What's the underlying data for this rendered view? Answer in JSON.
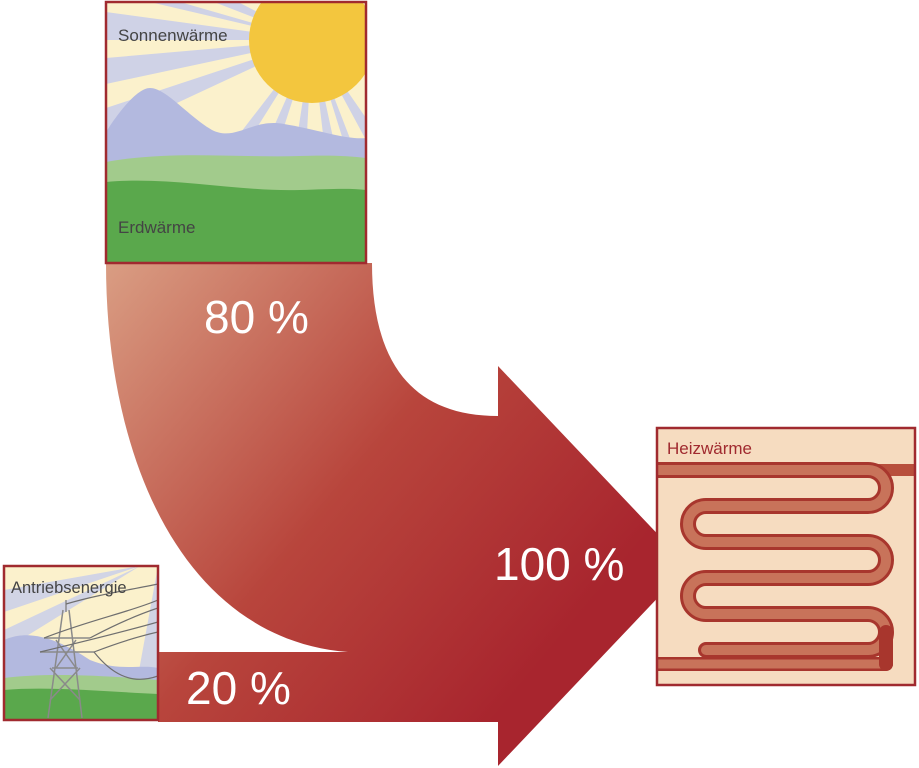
{
  "labels": {
    "sonnenwaerme": "Sonnenwärme",
    "erdwaerme": "Erdwärme",
    "antriebsenergie": "Antriebsenergie",
    "heizwaerme": "Heizwärme"
  },
  "flows": {
    "environment": "80 %",
    "drive": "20 %",
    "total": "100 %"
  },
  "colors": {
    "frame": "#a02a2f",
    "arrow_dark": "#a8252e",
    "arrow_light": "#d7977f",
    "sun": "#f3c63e",
    "sky": "#fbf1cc",
    "mountain": "#b3b9df",
    "grass_light": "#9fc88a",
    "grass_dark": "#5aa84c",
    "panel_bg": "#f6dcc0",
    "pipe": "#b84f3c"
  }
}
